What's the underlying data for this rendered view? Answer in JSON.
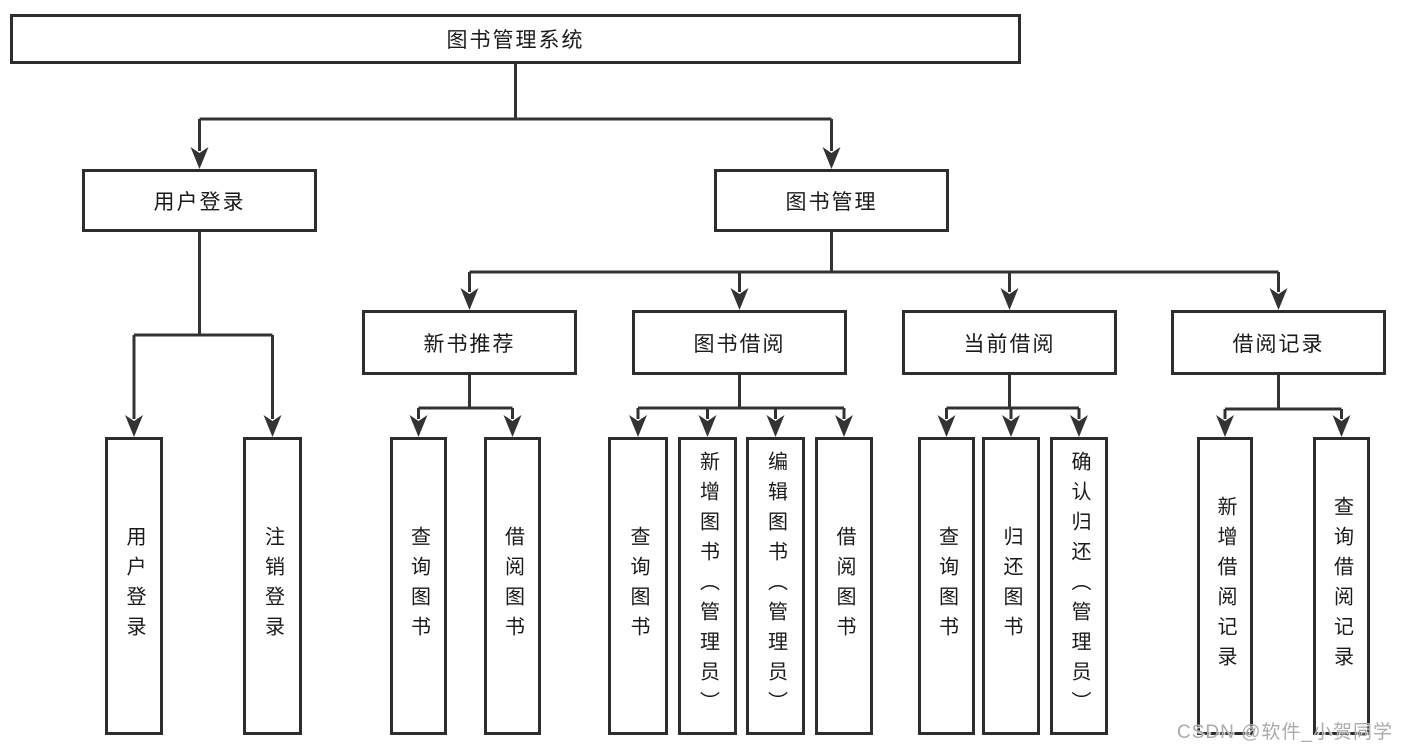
{
  "diagram": {
    "root": {
      "label": "图书管理系统"
    },
    "branches": [
      {
        "label": "用户登录",
        "children": [
          {
            "label": "用户登录"
          },
          {
            "label": "注销登录"
          }
        ]
      },
      {
        "label": "图书管理",
        "children": [
          {
            "label": "新书推荐",
            "children": [
              {
                "label": "查询图书"
              },
              {
                "label": "借阅图书"
              }
            ]
          },
          {
            "label": "图书借阅",
            "children": [
              {
                "label": "查询图书"
              },
              {
                "label": "新增图书（管理员）"
              },
              {
                "label": "编辑图书（管理员）"
              },
              {
                "label": "借阅图书"
              }
            ]
          },
          {
            "label": "当前借阅",
            "children": [
              {
                "label": "查询图书"
              },
              {
                "label": "归还图书"
              },
              {
                "label": "确认归还（管理员）"
              }
            ]
          },
          {
            "label": "借阅记录",
            "children": [
              {
                "label": "新增借阅记录"
              },
              {
                "label": "查询借阅记录"
              }
            ]
          }
        ]
      }
    ],
    "line_color": "#333333",
    "box_border_color": "#2d2d2d",
    "text_color": "#1a1a1a"
  },
  "watermark": {
    "text": "CSDN @软件_小贺同学",
    "color": "#ababab"
  }
}
